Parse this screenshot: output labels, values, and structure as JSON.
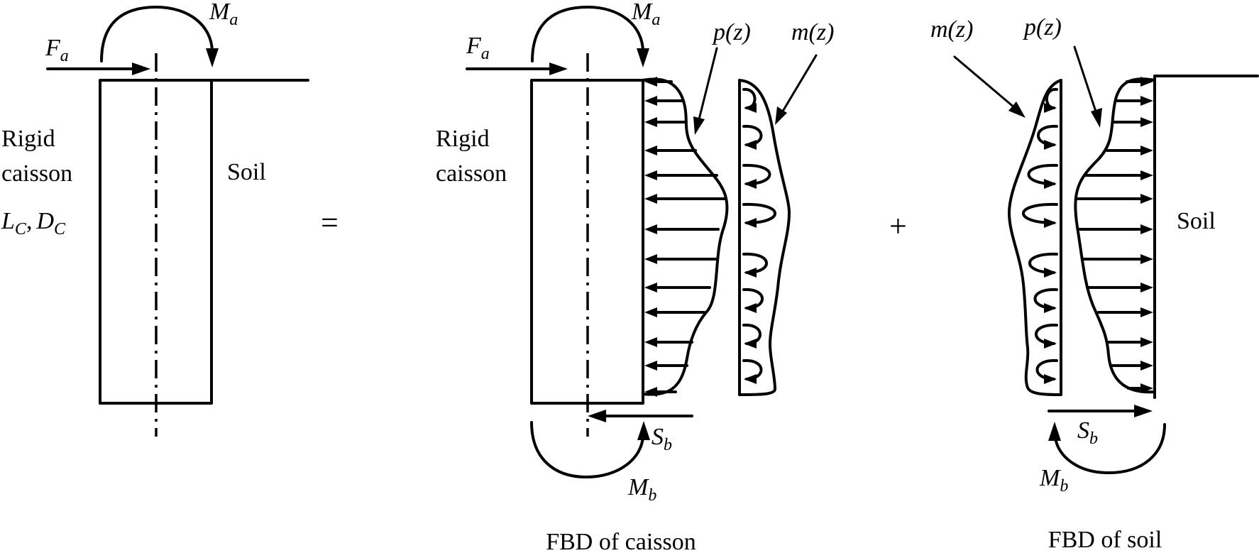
{
  "left": {
    "force_symbol": "F",
    "force_sub": "a",
    "moment_symbol": "M",
    "moment_sub": "a",
    "caisson_line1": "Rigid",
    "caisson_line2": "caisson",
    "dims_L": "L",
    "dims_L_sub": "C",
    "dims_sep": ",",
    "dims_D": "D",
    "dims_D_sub": "C",
    "soil": "Soil"
  },
  "equals": "=",
  "plus": "+",
  "caisson_fbd": {
    "force_symbol": "F",
    "force_sub": "a",
    "moment_symbol": "M",
    "moment_sub": "a",
    "caisson_line1": "Rigid",
    "caisson_line2": "caisson",
    "p_label": "p(z)",
    "m_label": "m(z)",
    "shear_symbol": "S",
    "shear_sub": "b",
    "base_moment_symbol": "M",
    "base_moment_sub": "b",
    "caption": "FBD of caisson"
  },
  "soil_fbd": {
    "m_label": "m(z)",
    "p_label": "p(z)",
    "soil": "Soil",
    "shear_symbol": "S",
    "shear_sub": "b",
    "base_moment_symbol": "M",
    "base_moment_sub": "b",
    "caption": "FBD of soil"
  }
}
